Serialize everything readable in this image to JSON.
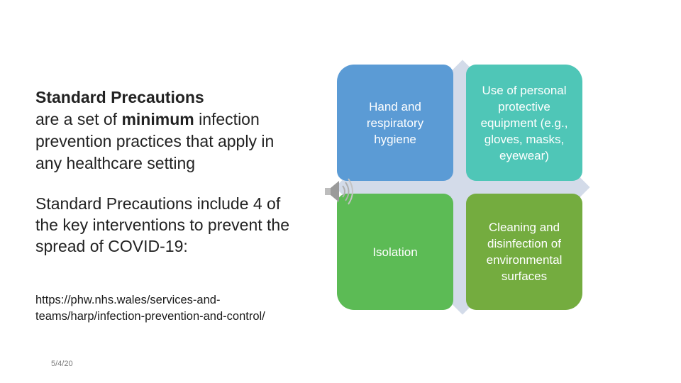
{
  "left": {
    "p1": {
      "title": "Standard Precautions",
      "line_a": "are a set of ",
      "emphasis": "minimum",
      "line_b": " infection prevention practices that apply in any healthcare setting"
    },
    "p2": "Standard Precautions include 4 of the key interventions to prevent the spread of COVID-19:",
    "p3": "https://phw.nhs.wales/services-and-teams/harp/infection-prevention-and-control/"
  },
  "date": "5/4/20",
  "quadrants": {
    "top_left": "Hand and respiratory hygiene",
    "top_right": "Use of personal protective equipment (e.g., gloves, masks, eyewear)",
    "bottom_left": "Isolation",
    "bottom_right": "Cleaning and disinfection of environmental surfaces"
  },
  "colors": {
    "diamond": "#d3dbe9",
    "top_left": "#5b9bd5",
    "top_right": "#4fc6b7",
    "bottom_left": "#5cbb55",
    "bottom_right": "#74ac3f"
  },
  "icons": {
    "speaker": "speaker-icon"
  }
}
